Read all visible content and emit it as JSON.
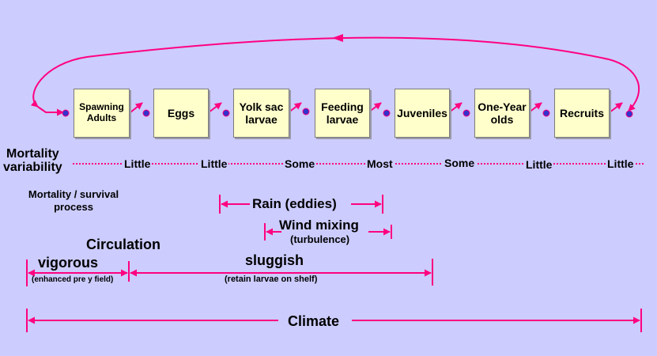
{
  "colors": {
    "background": "#ccccff",
    "box_fill": "#ffffcc",
    "arrow": "#ff0080",
    "dot": "#3333cc",
    "dotted_line": "#ff0080"
  },
  "life_stages": [
    {
      "label_line1": "Spawning",
      "label_line2": "Adults"
    },
    {
      "label_line1": "Eggs",
      "label_line2": ""
    },
    {
      "label_line1": "Yolk sac",
      "label_line2": "larvae"
    },
    {
      "label_line1": "Feeding",
      "label_line2": "larvae"
    },
    {
      "label_line1": "Juveniles",
      "label_line2": ""
    },
    {
      "label_line1": "One-Year",
      "label_line2": "olds"
    },
    {
      "label_line1": "Recruits",
      "label_line2": ""
    }
  ],
  "mortality": {
    "label_line1": "Mortality",
    "label_line2": "variability",
    "values": [
      "Little",
      "Little",
      "Some",
      "Most",
      "Some",
      "Little",
      "Little"
    ]
  },
  "process": {
    "label_line1": "Mortality / survival",
    "label_line2": "process"
  },
  "rain": {
    "label": "Rain (eddies)"
  },
  "wind": {
    "label": "Wind mixing",
    "sublabel": "(turbulence)"
  },
  "circulation": {
    "title": "Circulation",
    "vigorous": "vigorous",
    "vigorous_note": "(enhanced pre y field)",
    "sluggish": "sluggish",
    "sluggish_note": "(retain larvae on shelf)"
  },
  "climate": {
    "label": "Climate"
  }
}
